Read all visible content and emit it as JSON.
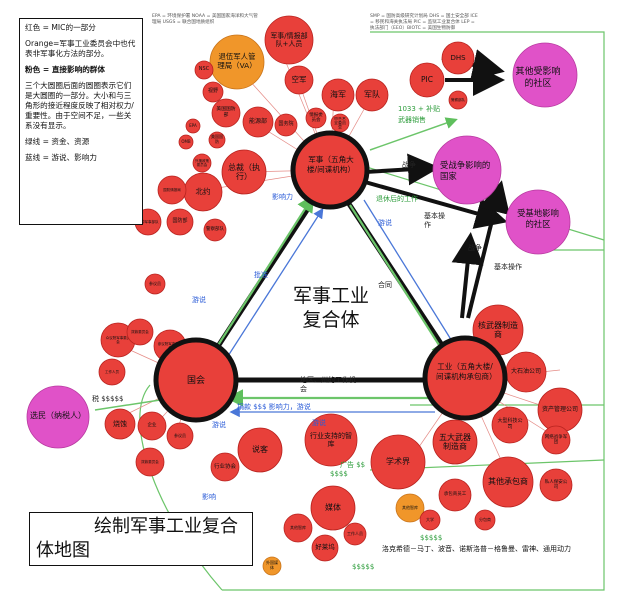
{
  "legend": {
    "red": "红色 = MIC的一部分",
    "orange": "Orange=军事工业委员会中也代表非军事化方法的部分。",
    "pink": "粉色 = 直接影响的群体",
    "size_note": "三个大圆圈后面的圆圈表示它们是大圆圈的一部分。大小和与三角形的接近程度反映了相对权力/重要性。由于空间不足，一些关系没有显示。",
    "green": "绿线 = 资金、资源",
    "blue": "蓝线 = 游说、影响力"
  },
  "title": {
    "line1": "绘制军事工业复合",
    "line2": "体地图"
  },
  "center_label": "军事工业复合体",
  "main_nodes": {
    "military": "军事（五角大楼/间谍机构）",
    "congress": "国会",
    "industry": "工业（五角大楼/间谍机构承包商）"
  },
  "impact_nodes": {
    "other_communities": "其他受影响的社区",
    "war_countries": "受战争影响的国家",
    "base_communities": "受基地影响的社区",
    "voters": "选民（纳税人）"
  },
  "military_satellites": {
    "intel": "军事/情报部队+人员",
    "veterans": "退伍军人管理局（VA）",
    "army": "空军",
    "navy": "海军",
    "corps": "军队",
    "budget": "总裁（执行）",
    "nato": "北约",
    "dhs": "DHS",
    "pic": "PIC",
    "police": "警察部队",
    "defense_dept": "国防部",
    "energy_dept": "能源部",
    "state_dept": "国务院",
    "intel_committee": "情报委员会",
    "national_security": "国家安全委员会",
    "usa_agencies": "美国国防部",
    "vision": "视野",
    "nsc": "NSC",
    "epa": "EPA",
    "usmc": "美国国防",
    "omb": "OMB",
    "foreign_aid": "外援政策委员会",
    "intel_agency": "国防情报局",
    "special_mil": "特种军事部队"
  },
  "congress_satellites": {
    "lobbyists": "说客",
    "think_tanks": "行业支持的智库",
    "bribe": "烧蚀",
    "trade_assoc": "行业协会",
    "media": "媒体",
    "academia": "学术界",
    "good_sirs": "好莱坞",
    "foreign_media": "外国媒体",
    "other_media": "其他智库",
    "house_armed": "众议院军事委员会",
    "senate_armed": "参议院军事委员会",
    "approps": "拨款委员会",
    "enterprise": "企业",
    "members": "参议员",
    "staff": "工作人员"
  },
  "industry_satellites": {
    "nuclear": "核武器制造商",
    "big5": "五大武器制造商",
    "other_contractors": "其他承包商",
    "mining": "大石油公司",
    "arms_dealers": "承包商员工",
    "tech": "大型科技公司",
    "security": "网络战争军团",
    "private_security": "私人保安公司",
    "assets": "资产管理公司",
    "subcontractors": "分包商",
    "universities": "大学"
  },
  "edges": {
    "war": "战争",
    "base_ops": "基本操作",
    "war2": "战争",
    "base_ops2": "基本操作",
    "budget_1033": "1033 + 补贴",
    "arms_sales": "武器销售",
    "revolving1": "退休后的工作",
    "lobbying1": "游说",
    "lobbying2": "游说",
    "approve": "批准",
    "contracts": "合同",
    "influence": "影响力",
    "region_jobs": "地区、州的工作机会",
    "money_lobby": "捐款 $$$ 影响力，游说",
    "lobbying3": "游说",
    "taxes": "税 $$$$$",
    "money1": "$$$$",
    "money2": "$$$$$",
    "money3": "$$$$$",
    "influence2": "影响",
    "ads": "广告 $$",
    "lobby_pay": "游说"
  },
  "bottom_note": "洛克希德－马丁、波音、诺斯洛普－格鲁曼、雷神、通用动力",
  "header_notes": {
    "left": "EPA = 环境保护署 NOAA = 美国国家海洋和大气管理局 USGS = 联合国地质组织",
    "right": "SMP = 国防高级研究计划局 DHS = 国土安全部 ICE = 移民和海关执法局 PIC = 监狱工业复合体 LEP = 执法部门（EEO）BIOTC = 美国生物防御"
  },
  "colors": {
    "red": "#e8403a",
    "red_stroke": "#b8231f",
    "orange": "#f0962a",
    "pink": "#e052c8",
    "green": "#6cc56a",
    "blue": "#4a77d8",
    "black": "#111111"
  }
}
